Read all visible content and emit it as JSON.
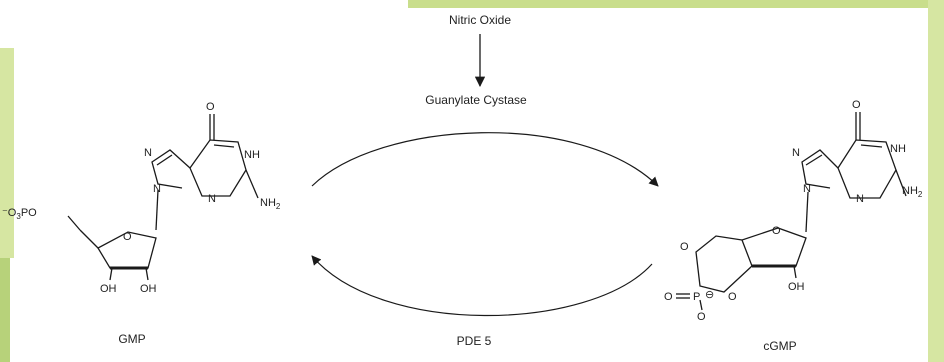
{
  "labels": {
    "top_input": "Nitric Oxide",
    "forward_enzyme": "Guanylate Cystase",
    "reverse_enzyme": "PDE 5",
    "left_molecule": "GMP",
    "right_molecule": "cGMP"
  },
  "gmp_atoms": {
    "o_carbonyl": "O",
    "n1h": "NH",
    "nh2": "NH",
    "nh2_sub": "2",
    "n7": "N",
    "n9": "N",
    "n3": "N",
    "phosphate_pre": "⁻O",
    "phosphate_sub": "3",
    "phosphate_post": "PO",
    "ring_o": "O",
    "oh1": "OH",
    "oh2": "OH"
  },
  "cgmp_atoms": {
    "o_carbonyl": "O",
    "n1h": "NH",
    "nh2": "NH",
    "nh2_sub": "2",
    "n7": "N",
    "n9": "N",
    "n3": "N",
    "ring_o": "O",
    "p_o1": "O",
    "p_o2": "O",
    "p_dbl_o": "O",
    "p": "P",
    "p_charge": "⊖",
    "p_oneg": "O",
    "oh": "OH"
  },
  "colors": {
    "frame_green": "#c9de8c",
    "frame_green_dark": "#a9c96a",
    "ink": "#1a1a1a"
  }
}
